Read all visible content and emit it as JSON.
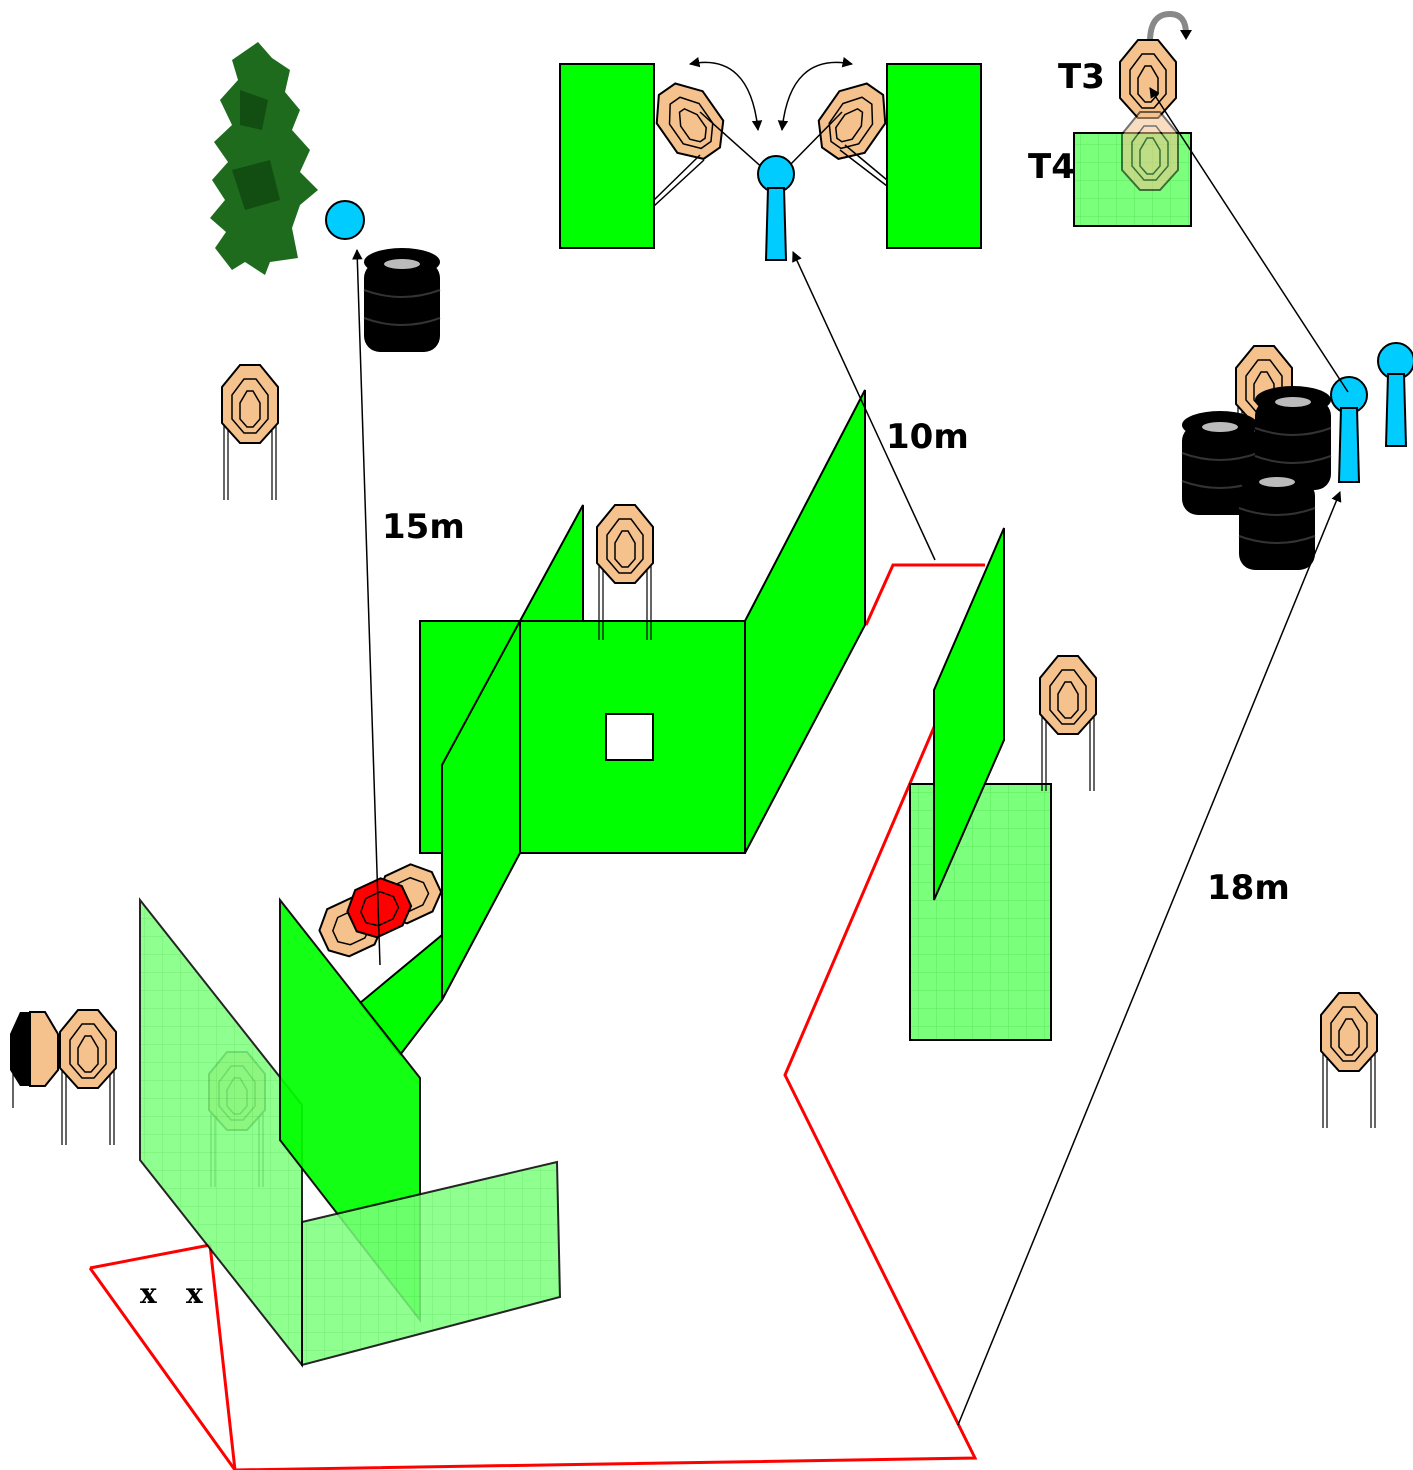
{
  "labels": {
    "d15": "15m",
    "d10": "10m",
    "d18": "18m",
    "t3": "T3",
    "t4": "T4",
    "x1": "x",
    "x2": "x"
  },
  "colors": {
    "wall_green": "#00FF00",
    "soft_cover_green": "#7CFF7C",
    "target_tan": "#F5C28E",
    "popper_blue": "#00CCFF",
    "no_shoot_red": "#FF0000",
    "shooting_area_red": "#FF0000",
    "barrel_black": "#000000",
    "tree_green": "#1E6B1E"
  },
  "icons": [
    "tree-icon",
    "barrel-icon",
    "popper-icon",
    "paper-target-icon",
    "steel-plate-icon",
    "swinger-arrow-icon",
    "rotate-arrow-icon"
  ]
}
